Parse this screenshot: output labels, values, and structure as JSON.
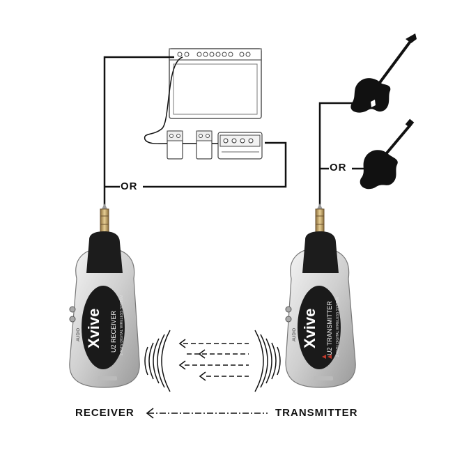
{
  "labels": {
    "or_left": "OR",
    "or_right": "OR",
    "receiver": "RECEIVER",
    "transmitter": "TRANSMITTER"
  },
  "devices": {
    "receiver": {
      "brand": "Xvive",
      "model": "U2 RECEIVER",
      "subtitle": "2.4GHz DIGITAL WIRELESS SYSTEM",
      "side_label": "AUDIO"
    },
    "transmitter": {
      "brand": "Xvive",
      "model": "U2 TRANSMITTER",
      "subtitle": "2.4GHz DIGITAL WIRELESS SYSTEM",
      "side_label": "AUDIO"
    }
  },
  "colors": {
    "line": "#111111",
    "device_body": "#d9d9d9",
    "device_face": "#1a1a1a",
    "accent": "#c0392b"
  }
}
